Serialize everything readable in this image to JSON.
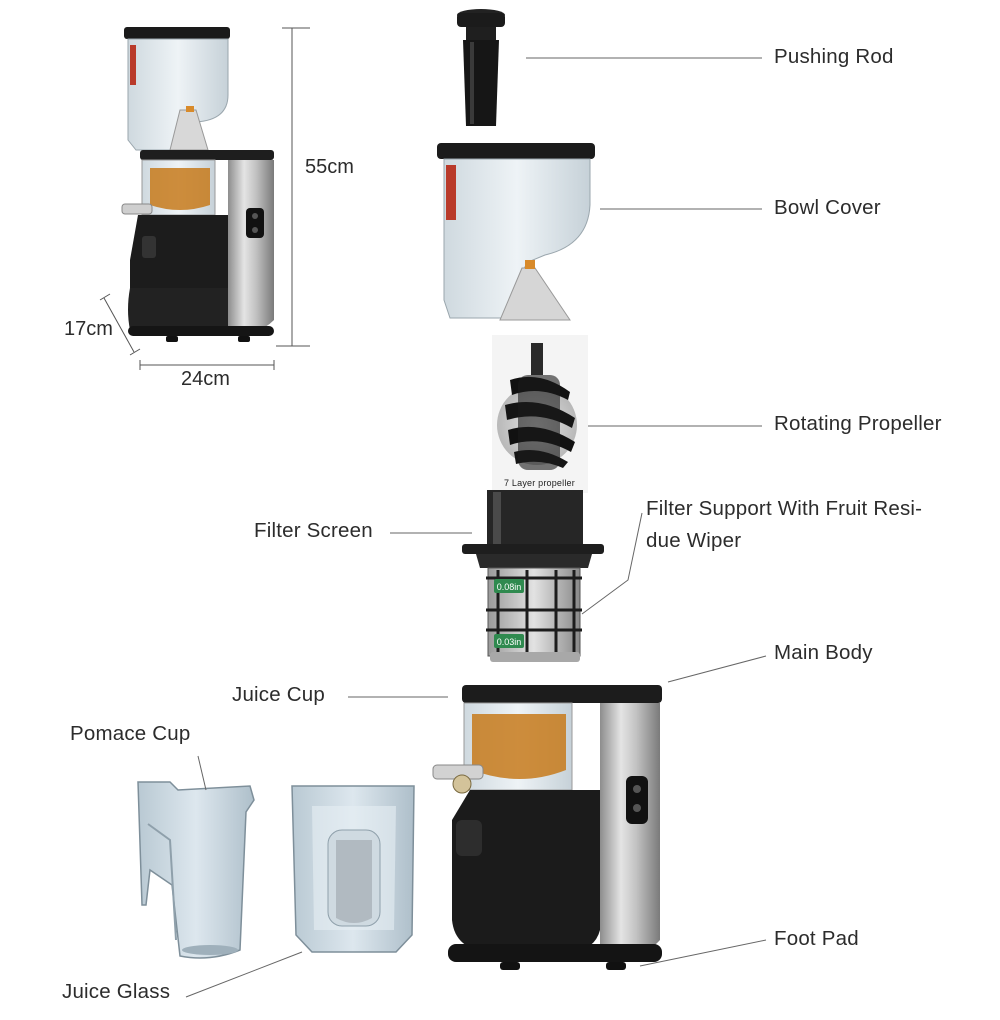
{
  "dimensions": {
    "height": "55cm",
    "depth": "17cm",
    "width": "24cm"
  },
  "parts": {
    "pushing_rod": "Pushing Rod",
    "bowl_cover": "Bowl Cover",
    "rotating_propeller": "Rotating Propeller",
    "propeller_caption": "7 Layer propeller",
    "filter_screen": "Filter Screen",
    "filter_support": "Filter Support With Fruit Resi-due Wiper",
    "filter_support_line1": "Filter Support With Fruit Resi-",
    "filter_support_line2": "due Wiper",
    "main_body": "Main Body",
    "juice_cup": "Juice Cup",
    "pomace_cup": "Pomace Cup",
    "foot_pad": "Foot Pad",
    "juice_glass": "Juice Glass"
  },
  "filter_badges": {
    "top": "0.08in",
    "bottom": "0.03in"
  },
  "colors": {
    "body_black": "#1c1c1c",
    "steel": "#b9b9b9",
    "orange": "#e08a1e",
    "clear_plastic": "#dfe7ec",
    "badge_green": "#2f8a4f",
    "leader_line": "#666666"
  }
}
